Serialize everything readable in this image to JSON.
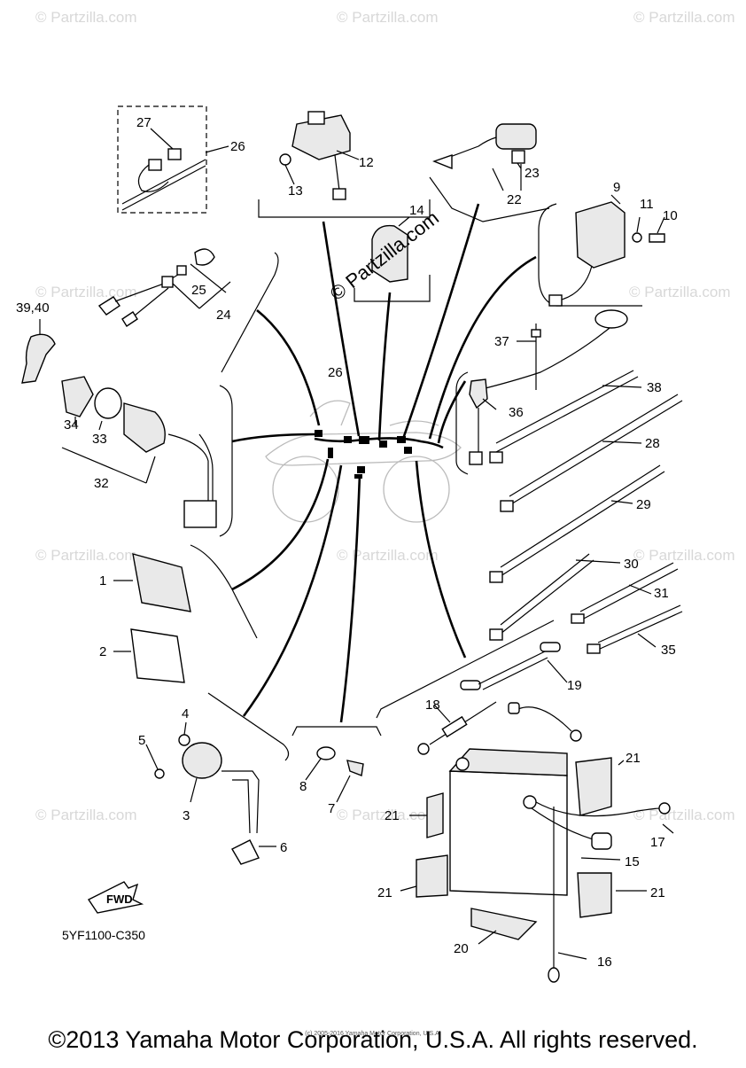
{
  "diagram_code": "5YF1100-C350",
  "fwd_label": "FWD",
  "copyright": "©2013 Yamaha Motor Corporation, U.S.A. All rights reserved.",
  "small_copyright": "(c) 2005-2016 Yamaha Motor Corporation, U.S.A.",
  "watermark_center": "© Partzilla.com",
  "watermark_repeat": "© Partzilla.com",
  "callouts": {
    "c1": "1",
    "c2": "2",
    "c3": "3",
    "c4": "4",
    "c5": "5",
    "c6": "6",
    "c7": "7",
    "c8": "8",
    "c9": "9",
    "c10": "10",
    "c11": "11",
    "c12": "12",
    "c13": "13",
    "c14": "14",
    "c15": "15",
    "c16": "16",
    "c17": "17",
    "c18": "18",
    "c19": "19",
    "c20": "20",
    "c21a": "21",
    "c21b": "21",
    "c21c": "21",
    "c21d": "21",
    "c22": "22",
    "c23": "23",
    "c24": "24",
    "c25": "25",
    "c26a": "26",
    "c26b": "26",
    "c27": "27",
    "c28": "28",
    "c29": "29",
    "c30": "30",
    "c31": "31",
    "c32": "32",
    "c33": "33",
    "c34": "34",
    "c35": "35",
    "c36": "36",
    "c37": "37",
    "c38": "38",
    "c3940": "39,40"
  }
}
